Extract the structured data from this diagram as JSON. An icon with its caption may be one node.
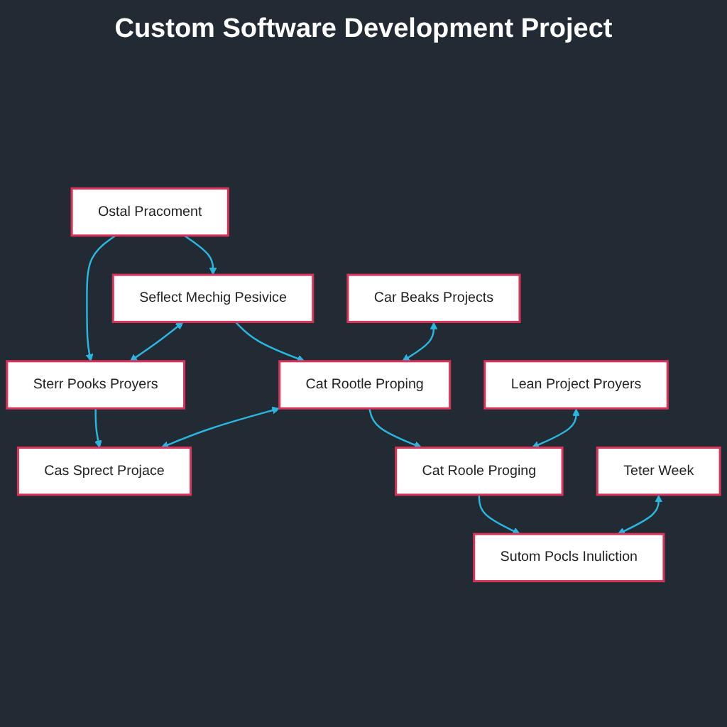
{
  "diagram": {
    "title": "Custom Software Development Project",
    "nodes": [
      {
        "text": [
          "Ostal Pracoment"
        ]
      },
      {
        "text": [
          "Seflect Mechig Pesivice"
        ]
      },
      {
        "text": [
          "Sterr Pooks Proyers"
        ]
      },
      {
        "text": [
          "Car Beaks Projects"
        ]
      },
      {
        "text": [
          "Cat Rootle Proping"
        ]
      },
      {
        "text": [
          "Cas Sprect Projace"
        ]
      },
      {
        "text": [
          "Lean Project Proyers"
        ]
      },
      {
        "text": [
          "Cat Roole Proging"
        ]
      },
      {
        "text": [
          "Teter Week"
        ]
      },
      {
        "text": [
          "Sutom Pocls Inuliction"
        ]
      }
    ],
    "edges": [
      {
        "from": 0,
        "to": 1,
        "arrow": "to"
      },
      {
        "from": 0,
        "to": 2,
        "arrow": "to"
      },
      {
        "from": 1,
        "to": 2,
        "arrow": "both"
      },
      {
        "from": 1,
        "to": 4,
        "arrow": "to"
      },
      {
        "from": 2,
        "to": 5,
        "arrow": "to"
      },
      {
        "from": 3,
        "to": 4,
        "arrow": "both"
      },
      {
        "from": 4,
        "to": 5,
        "arrow": "both"
      },
      {
        "from": 4,
        "to": 7,
        "arrow": "to"
      },
      {
        "from": 6,
        "to": 7,
        "arrow": "both"
      },
      {
        "from": 7,
        "to": 9,
        "arrow": "to"
      },
      {
        "from": 8,
        "to": 9,
        "arrow": "both"
      }
    ]
  }
}
